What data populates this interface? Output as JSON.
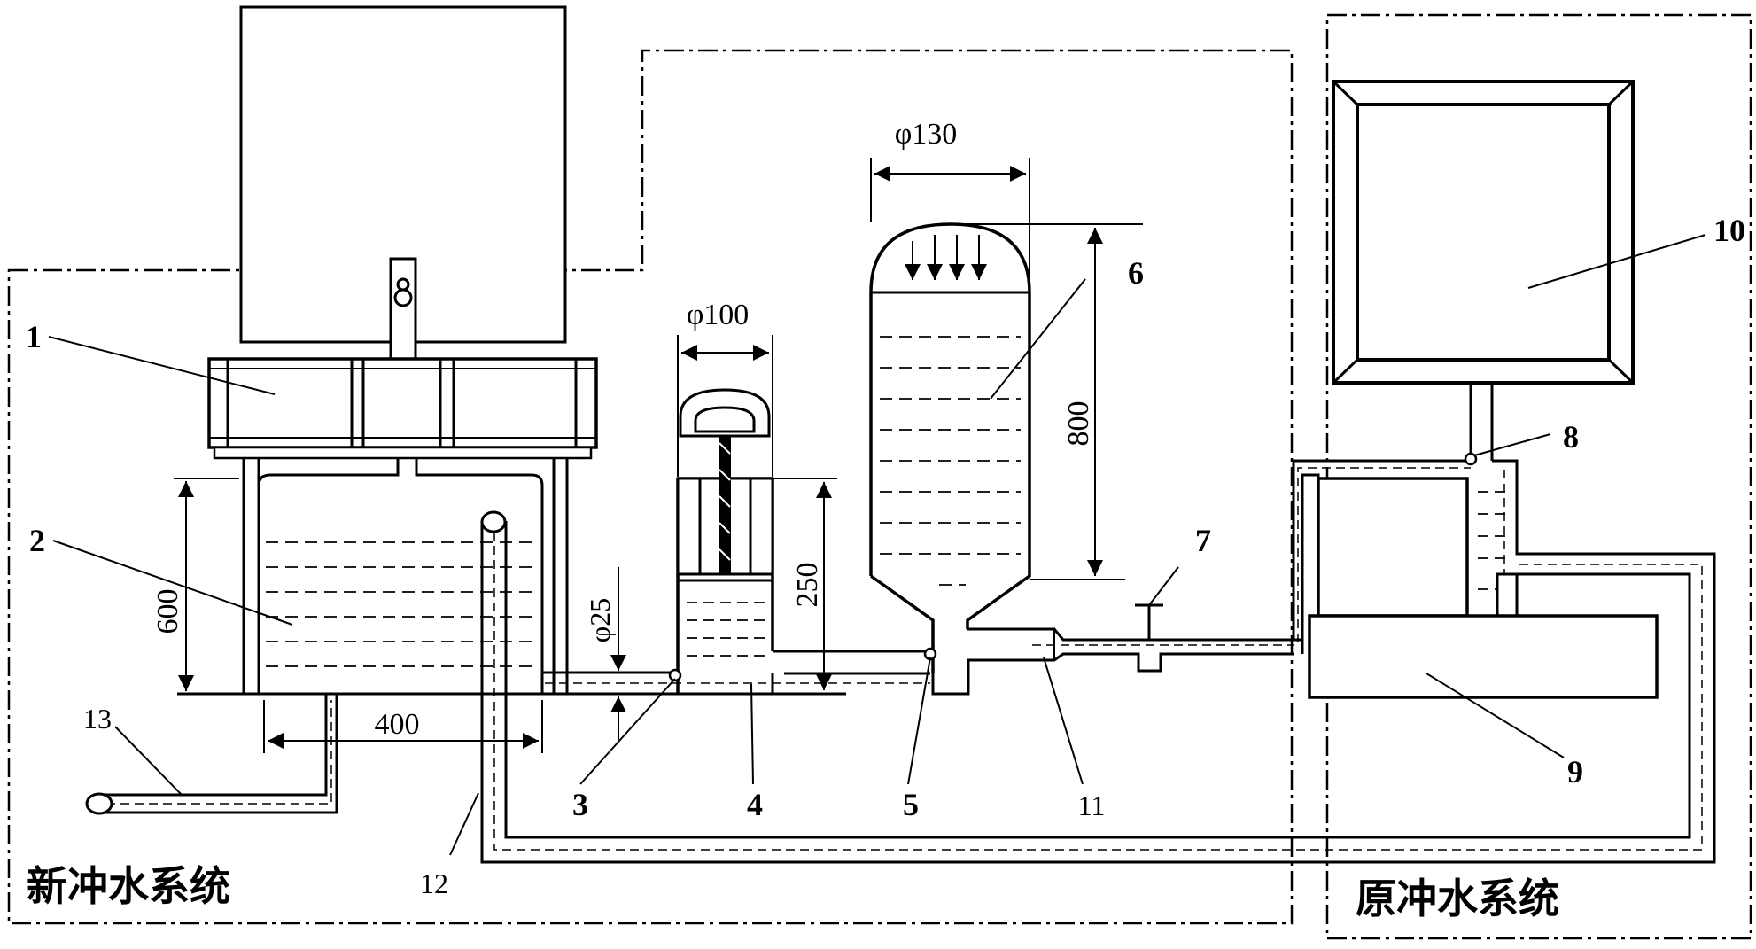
{
  "regions": {
    "new_system": "新冲水系统",
    "original_system": "原冲水系统"
  },
  "labels": {
    "l1": "1",
    "l2": "2",
    "l3": "3",
    "l4": "4",
    "l5": "5",
    "l6": "6",
    "l7": "7",
    "l8": "8",
    "l9": "9",
    "l10": "10",
    "l11": "11",
    "l12": "12",
    "l13": "13"
  },
  "dimensions": {
    "d130": "φ130",
    "d100": "φ100",
    "d25": "φ25",
    "h800": "800",
    "h600": "600",
    "h250": "250",
    "w400": "400"
  },
  "colors": {
    "line": "#000000",
    "background": "#ffffff"
  }
}
